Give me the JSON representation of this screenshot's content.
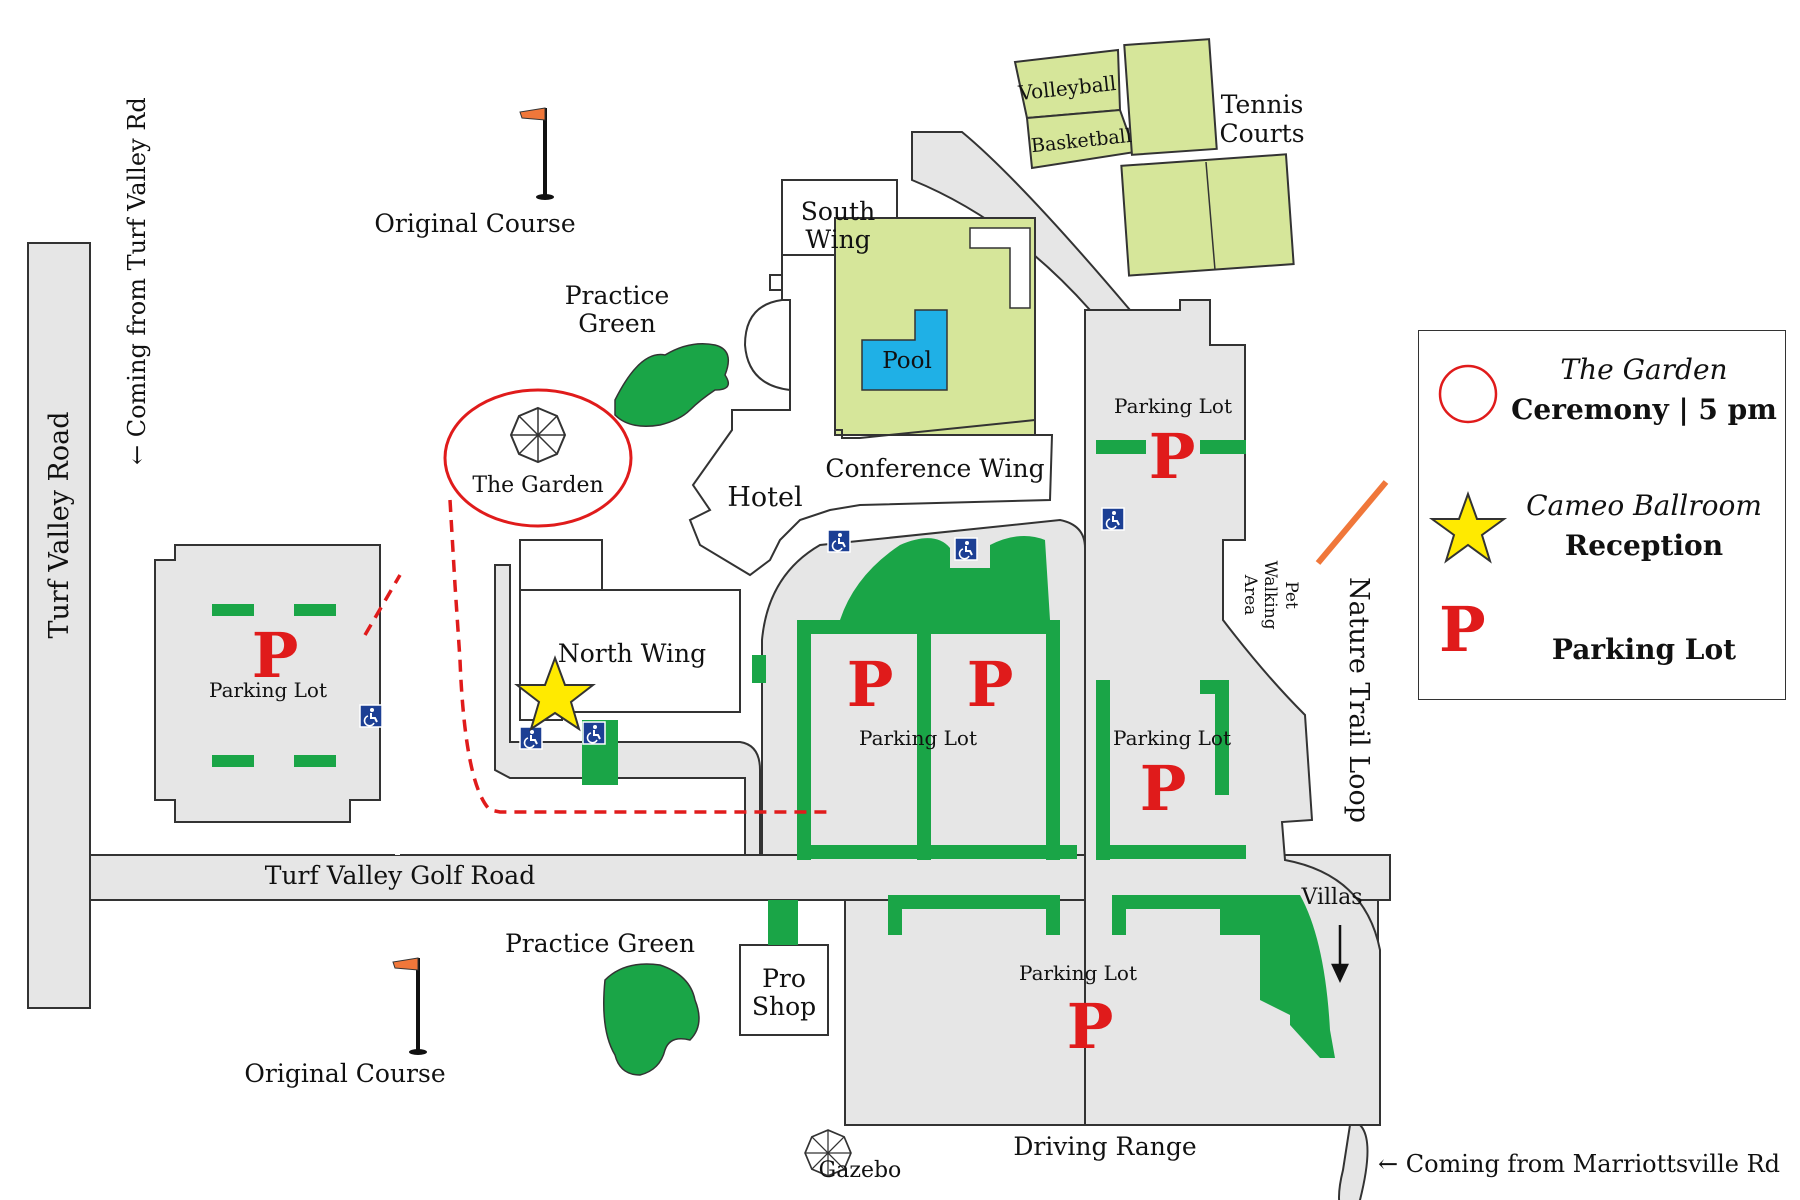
{
  "labels": {
    "original_course_top": "Original Course",
    "original_course_bottom": "Original Course",
    "coming_turf_valley": "← Coming from Turf Valley Rd",
    "turf_valley_road": "Turf Valley Road",
    "practice_green_top_1": "Practice",
    "practice_green_top_2": "Green",
    "practice_green_bottom": "Practice Green",
    "the_garden": "The Garden",
    "south_wing_1": "South",
    "south_wing_2": "Wing",
    "pool": "Pool",
    "conference_wing": "Conference Wing",
    "hotel": "Hotel",
    "north_wing": "North Wing",
    "volleyball": "Volleyball",
    "basketball": "Basketball",
    "tennis_1": "Tennis",
    "tennis_2": "Courts",
    "pet_1": "Pet",
    "pet_2": "Walking",
    "pet_3": "Area",
    "nature_trail": "Nature Trail Loop",
    "turf_valley_golf_road": "Turf Valley Golf Road",
    "pro_shop_1": "Pro",
    "pro_shop_2": "Shop",
    "villas": "Villas",
    "gazebo": "Gazebo",
    "driving_range": "Driving Range",
    "coming_marriottsville": "← Coming from Marriottsville Rd",
    "parking_lot": "Parking Lot",
    "p": "P"
  },
  "legend": {
    "garden_title": "The Garden",
    "garden_sub": "Ceremony | 5 pm",
    "ballroom_title": "Cameo Ballroom",
    "ballroom_sub": "Reception",
    "parking_symbol": "P",
    "parking_sub": "Parking Lot"
  },
  "colors": {
    "road": "#e6e6e6",
    "green": "#1aa547",
    "lawn": "#d6e69a",
    "pool": "#1fb0e6",
    "red": "#e01b1b",
    "star": "#ffea00",
    "access": "#1c3f94",
    "flag": "#f0773a"
  },
  "icons": [
    "golf-flag-icon",
    "umbrella-icon",
    "star-icon",
    "accessible-parking-icon",
    "arrow-down-icon"
  ]
}
